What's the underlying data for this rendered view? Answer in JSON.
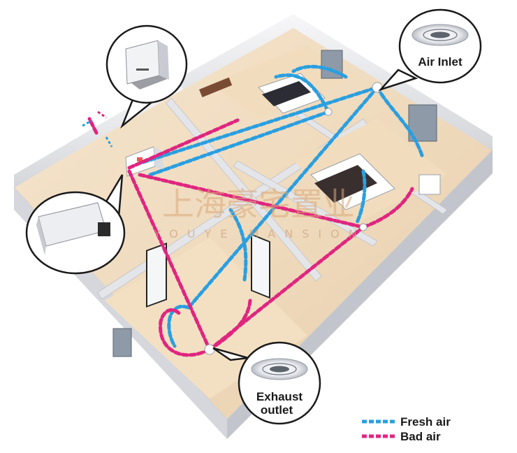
{
  "callouts": {
    "air_inlet": "Air Inlet",
    "exhaust_line1": "Exhaust",
    "exhaust_line2": "outlet"
  },
  "legend": {
    "fresh": {
      "label": "Fresh air",
      "color": "#2a9fe0"
    },
    "bad": {
      "label": "Bad air",
      "color": "#e0257f"
    }
  },
  "watermark": {
    "chinese": "上海豪宅置业",
    "english": "YOUYE MANSION"
  },
  "colors": {
    "floor": "#f0dcc0",
    "wall": "#ececef",
    "duct_fresh": "#2a9fe0",
    "duct_bad": "#e0257f"
  }
}
